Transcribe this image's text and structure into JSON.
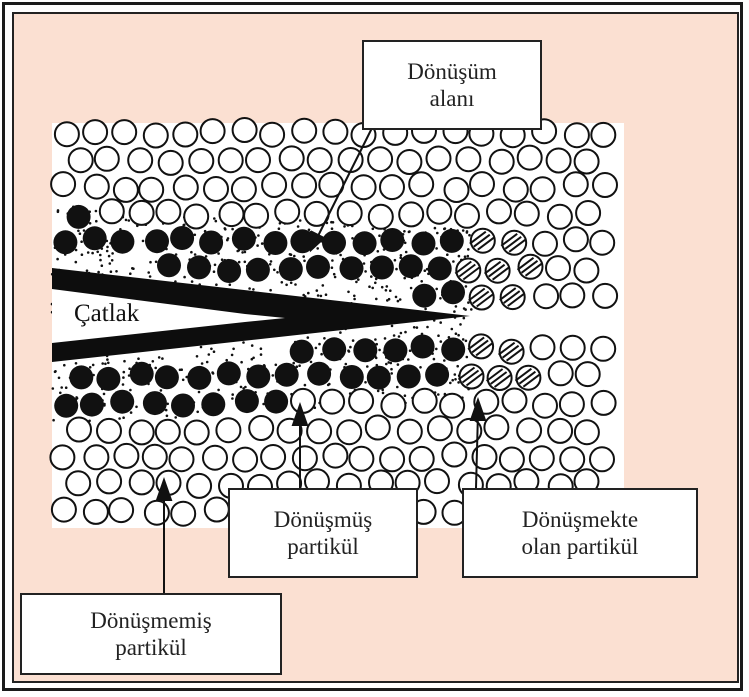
{
  "labels": {
    "transformation_zone": "Dönüşüm\nalanı",
    "crack": "Çatlak",
    "transformed_particle": "Dönüşmüş\npartikül",
    "transforming_particle": "Dönüşmekte\nolan partikül",
    "untransformed_particle": "Dönüşmemiş\npartikül"
  },
  "colors": {
    "background": "#fbe0d2",
    "matrix": "#ffffff",
    "ink": "#111111"
  }
}
